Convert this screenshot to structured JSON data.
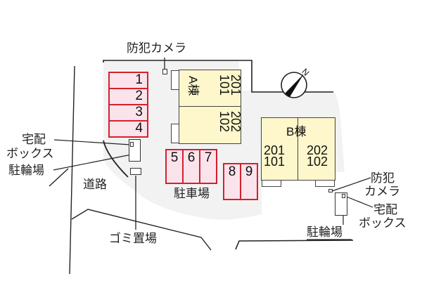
{
  "diagram": {
    "type": "site-layout-map",
    "colors": {
      "parking_fill": "#fbe3ec",
      "parking_border": "#d4202e",
      "building_fill": "#fdf7cb",
      "site_fill": "#f2f2f2",
      "line": "#222222"
    },
    "compass": {
      "label": "N",
      "icon": "compass-north-icon"
    },
    "buildings": [
      {
        "name": "A棟",
        "units_top": [
          "201",
          "101"
        ],
        "units_bottom": [
          "202",
          "102"
        ]
      },
      {
        "name": "B棟",
        "units_left": [
          "201",
          "101"
        ],
        "units_right": [
          "202",
          "102"
        ]
      }
    ],
    "parking": {
      "label": "駐車場",
      "spaces": [
        "1",
        "2",
        "3",
        "4",
        "5",
        "6",
        "7",
        "8",
        "9"
      ]
    },
    "labels": {
      "camera_top": "防犯カメラ",
      "camera_right_line1": "防犯",
      "camera_right_line2": "カメラ",
      "delivery_left_line1": "宅配",
      "delivery_left_line2": "ボックス",
      "bicycle_left": "駐輪場",
      "road": "道路",
      "garbage": "ゴミ置場",
      "delivery_right_line1": "宅配",
      "delivery_right_line2": "ボックス",
      "bicycle_right": "駐輪場"
    }
  }
}
